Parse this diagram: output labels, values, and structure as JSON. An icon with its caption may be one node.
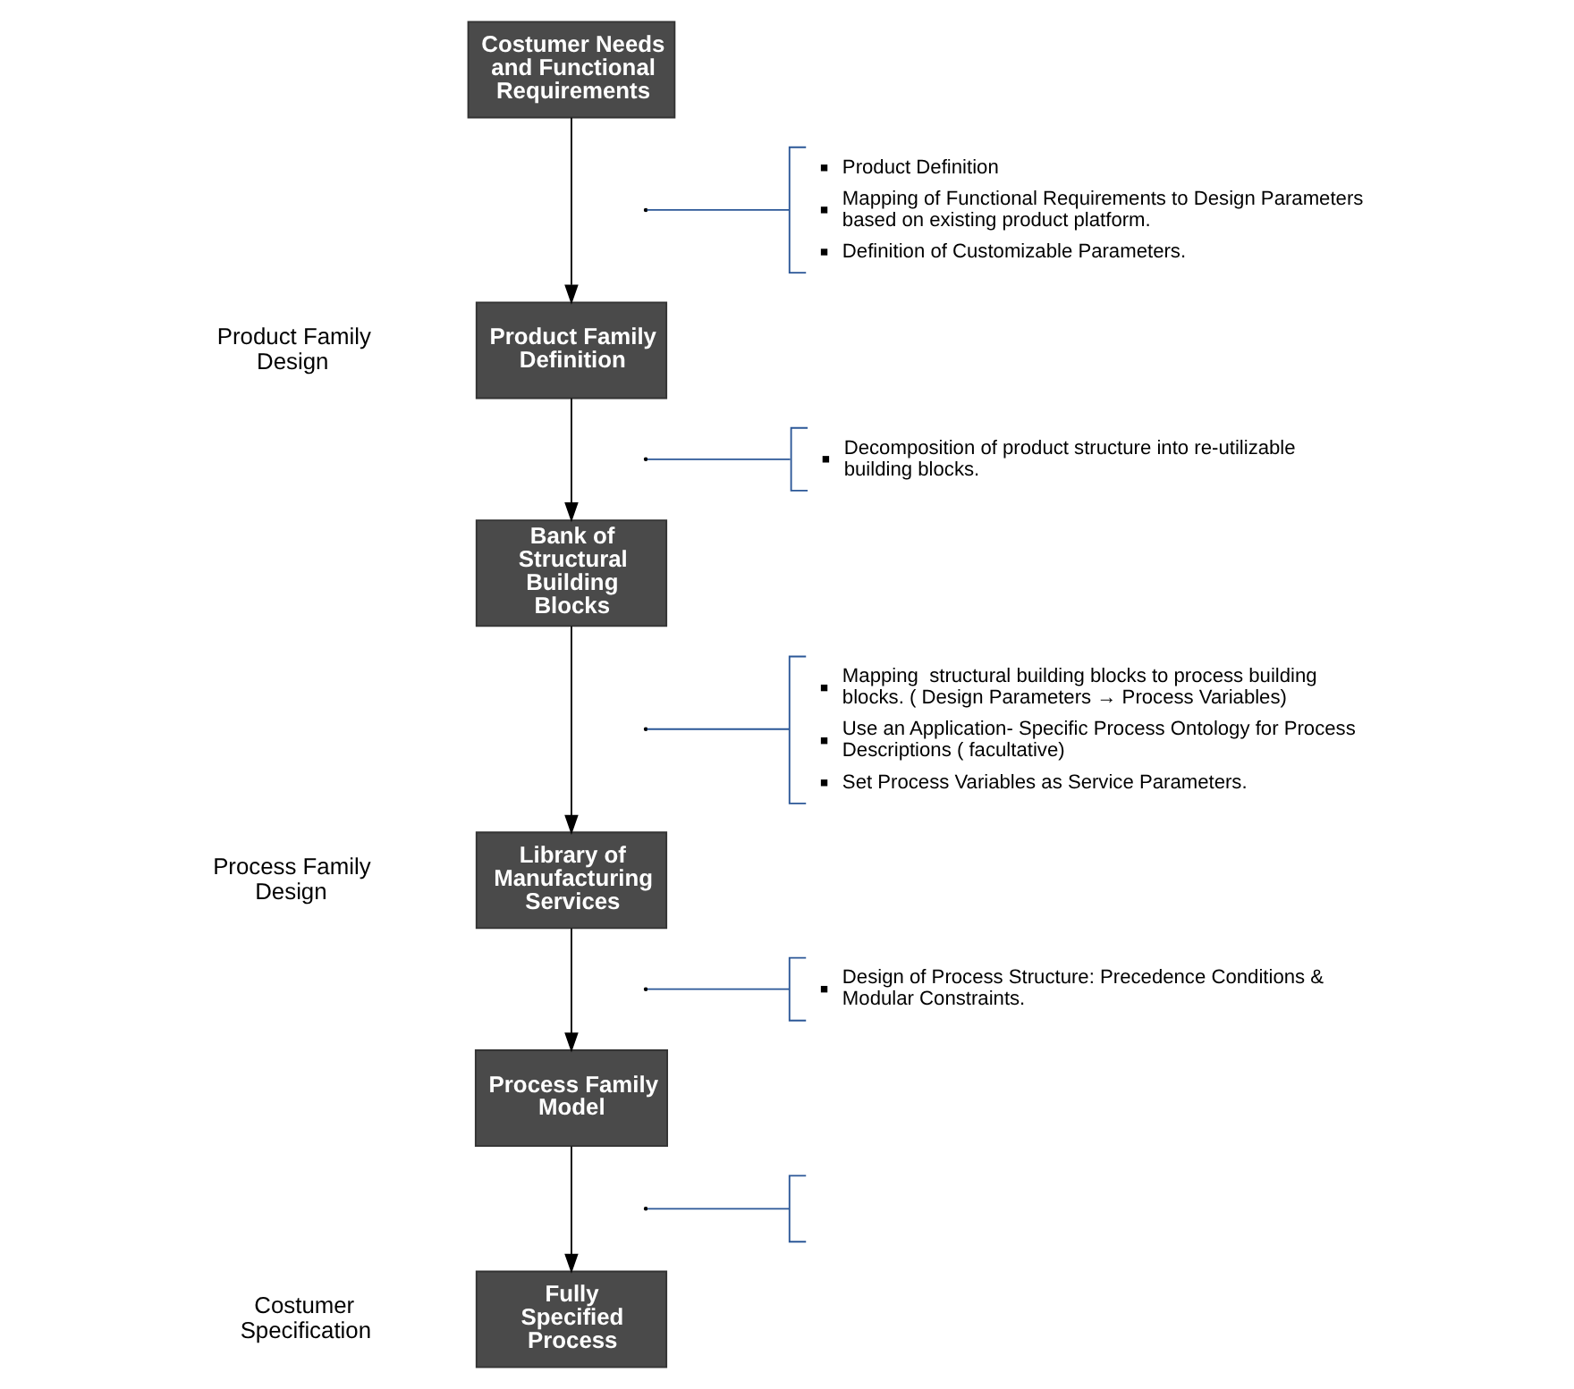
{
  "diagram": {
    "nodes": [
      {
        "text": [
          "Costumer Needs and Functional Requirements"
        ]
      },
      {
        "text": [
          "Product Family Definition"
        ]
      },
      {
        "text": [
          "Bank of Structural Building Blocks"
        ]
      },
      {
        "text": [
          "Library of Manufacturing Services"
        ]
      },
      {
        "text": [
          "Process Family Model"
        ]
      },
      {
        "text": [
          "Fully Specified Process"
        ]
      },
      {
        "text": [
          "Product Definition",
          "Mapping of Functional Requirements to Design Parameters based on existing product platform.",
          "Definition of Customizable Parameters."
        ]
      },
      {
        "text": [
          "Decomposition of product structure into re-utilizable building blocks."
        ]
      },
      {
        "text": [
          "Mapping  structural building blocks to process building blocks. ( Design Parameters → Process Variables)",
          "Use an Application- Specific Process Ontology for Process Descriptions ( facultative)",
          "Set Process Variables as Service Parameters."
        ]
      },
      {
        "text": [
          "Design of Process Structure: Precedence Conditions & Modular Constraints."
        ]
      },
      {
        "text": [],
        "shape": "bracket"
      }
    ],
    "edges": [
      {
        "from": 0,
        "to": 1,
        "arrow": "to"
      },
      {
        "from": null,
        "to": 6,
        "arrow": "none",
        "color": "#2b5797"
      },
      {
        "from": 1,
        "to": 2,
        "arrow": "to"
      },
      {
        "from": null,
        "to": 7,
        "arrow": "none",
        "color": "#2b5797"
      },
      {
        "from": 2,
        "to": 3,
        "arrow": "to"
      },
      {
        "from": null,
        "to": 8,
        "arrow": "none",
        "color": "#2b5797"
      },
      {
        "from": 3,
        "to": 4,
        "arrow": "to"
      },
      {
        "from": null,
        "to": 9,
        "arrow": "none",
        "color": "#2b5797"
      },
      {
        "from": 4,
        "to": 5,
        "arrow": "to"
      },
      {
        "from": null,
        "to": 10,
        "arrow": "none",
        "color": "#2b5797"
      }
    ],
    "labels": [
      "Product Family Design",
      "Process Family Design",
      "Costumer Specification"
    ]
  }
}
